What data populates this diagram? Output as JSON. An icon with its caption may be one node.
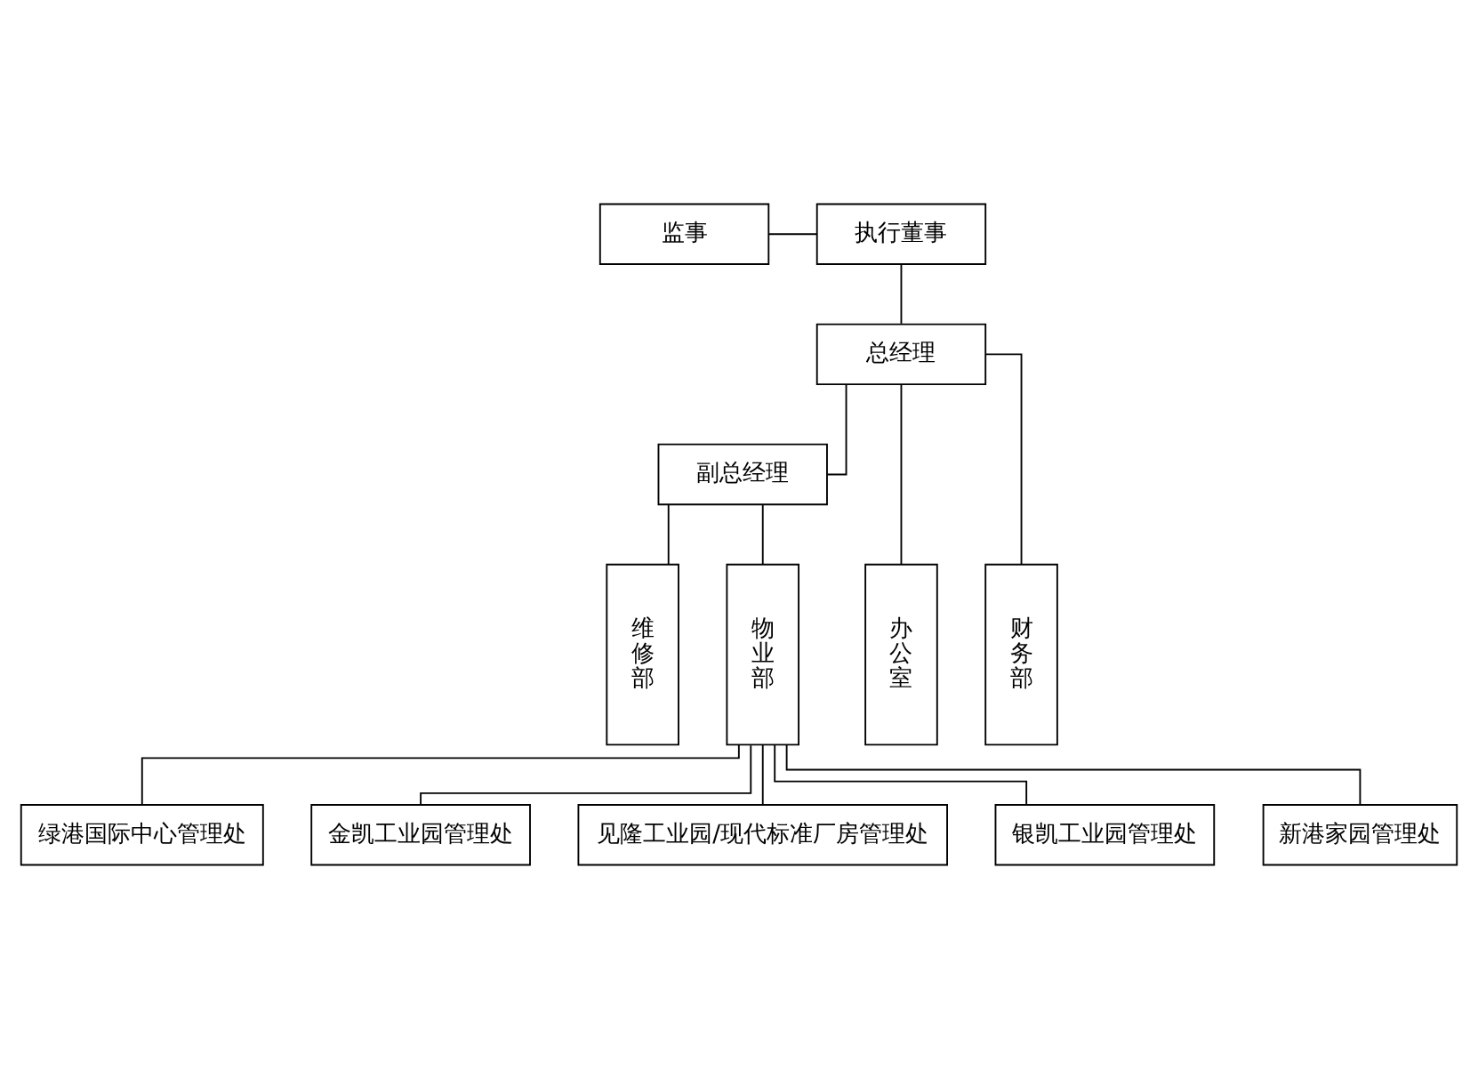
{
  "diagram": {
    "nodes": [
      {
        "text": [
          "监事"
        ]
      },
      {
        "text": [
          "执行董事"
        ]
      },
      {
        "text": [
          "总经理"
        ]
      },
      {
        "text": [
          "副总经理"
        ]
      },
      {
        "text": [
          "办公室"
        ]
      },
      {
        "text": [
          "财务部"
        ]
      },
      {
        "text": [
          "维修部"
        ]
      },
      {
        "text": [
          "物业部"
        ]
      },
      {
        "text": [
          "绿港国际中心管理处"
        ]
      },
      {
        "text": [
          "金凯工业园管理处"
        ]
      },
      {
        "text": [
          "见隆工业园/现代标准厂房管理处"
        ]
      },
      {
        "text": [
          "银凯工业园管理处"
        ]
      },
      {
        "text": [
          "新港家园管理处"
        ]
      }
    ],
    "edges": [
      {
        "from": 0,
        "to": 1,
        "arrow": "none"
      },
      {
        "from": 1,
        "to": 2,
        "arrow": "none"
      },
      {
        "from": 2,
        "to": 4,
        "arrow": "none"
      },
      {
        "from": 2,
        "to": 5,
        "arrow": "none"
      },
      {
        "from": 2,
        "to": 3,
        "arrow": "none"
      },
      {
        "from": 3,
        "to": 6,
        "arrow": "none"
      },
      {
        "from": 3,
        "to": 7,
        "arrow": "none"
      },
      {
        "from": 7,
        "to": 8,
        "arrow": "none"
      },
      {
        "from": 7,
        "to": 9,
        "arrow": "none"
      },
      {
        "from": 7,
        "to": 10,
        "arrow": "none"
      },
      {
        "from": 7,
        "to": 11,
        "arrow": "none"
      },
      {
        "from": 7,
        "to": 12,
        "arrow": "none"
      }
    ]
  }
}
